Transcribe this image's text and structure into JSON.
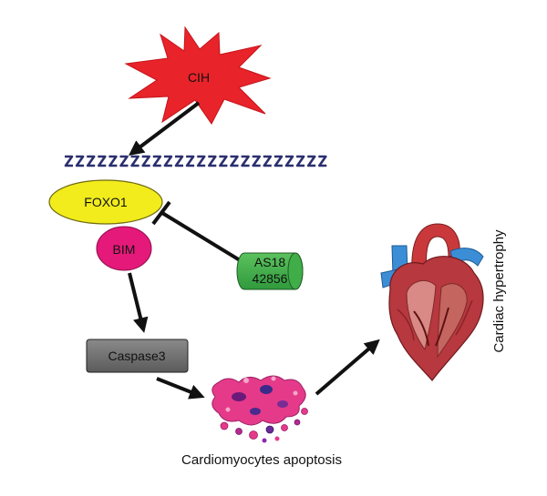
{
  "nodes": {
    "cih": "CIH",
    "foxo1": "FOXO1",
    "bim": "BIM",
    "inhibitor_line1": "AS18",
    "inhibitor_line2": "42856",
    "caspase": "Caspase3",
    "apoptosis": "Cardiomyocytes apoptosis",
    "hypertrophy": "Cardiac hypertrophy"
  },
  "colors": {
    "cih": "#e8232a",
    "foxo1": "#f2ec1c",
    "bim": "#e5197a",
    "inhibitor": "#3fae49",
    "caspase": "#6f6f6f",
    "dna": "#2b2f6e",
    "arrow": "#111111"
  },
  "icons": {
    "dna": "dna-helix-icon",
    "apoptosis": "apoptotic-cells-icon",
    "heart": "heart-icon"
  }
}
